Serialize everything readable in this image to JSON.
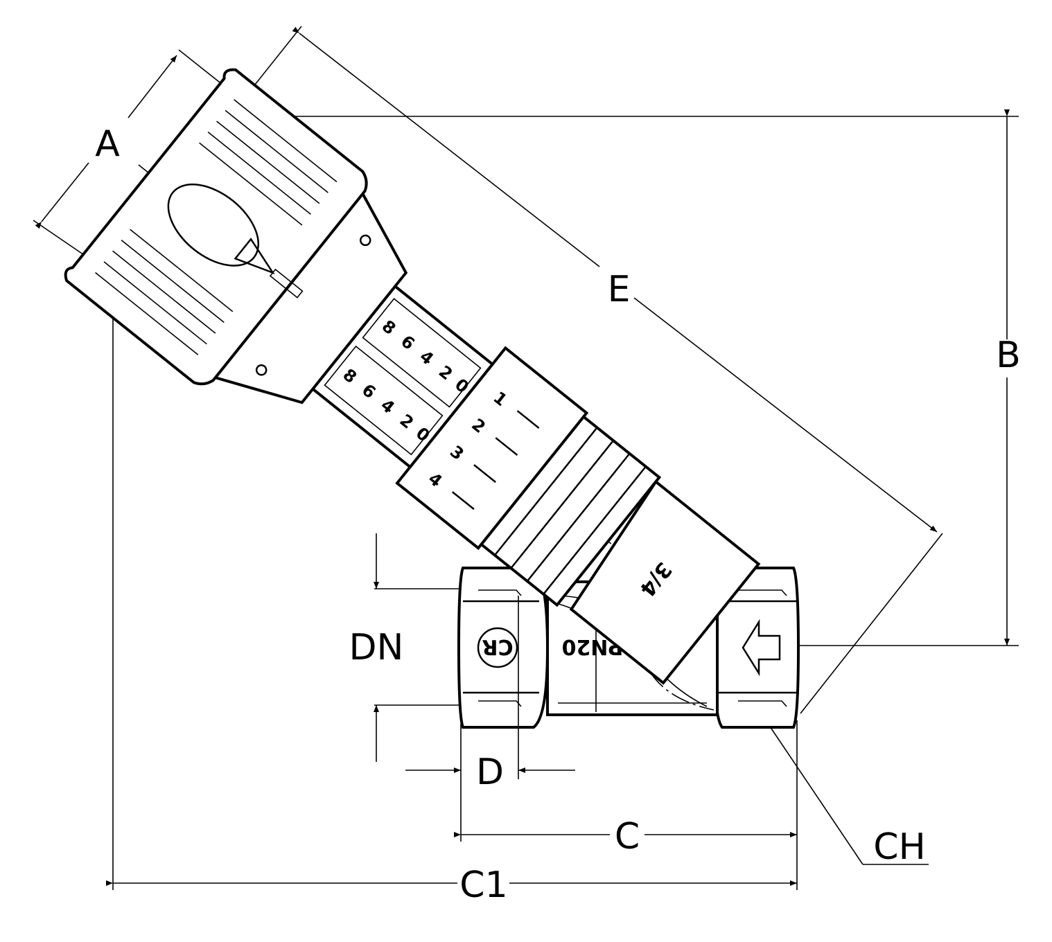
{
  "dimensions": {
    "A": "A",
    "B": "B",
    "C": "C",
    "C1": "C1",
    "D": "D",
    "DN": "DN",
    "E": "E",
    "CH": "CH"
  },
  "markings": {
    "pressure": "PN20",
    "size": "3/4",
    "logo": "CR",
    "scale_ring": [
      "1",
      "2",
      "3",
      "4"
    ],
    "scale_window_a": [
      "8",
      "6",
      "4",
      "2",
      "0"
    ],
    "scale_window_b": [
      "8",
      "6",
      "4",
      "2",
      "0"
    ]
  }
}
